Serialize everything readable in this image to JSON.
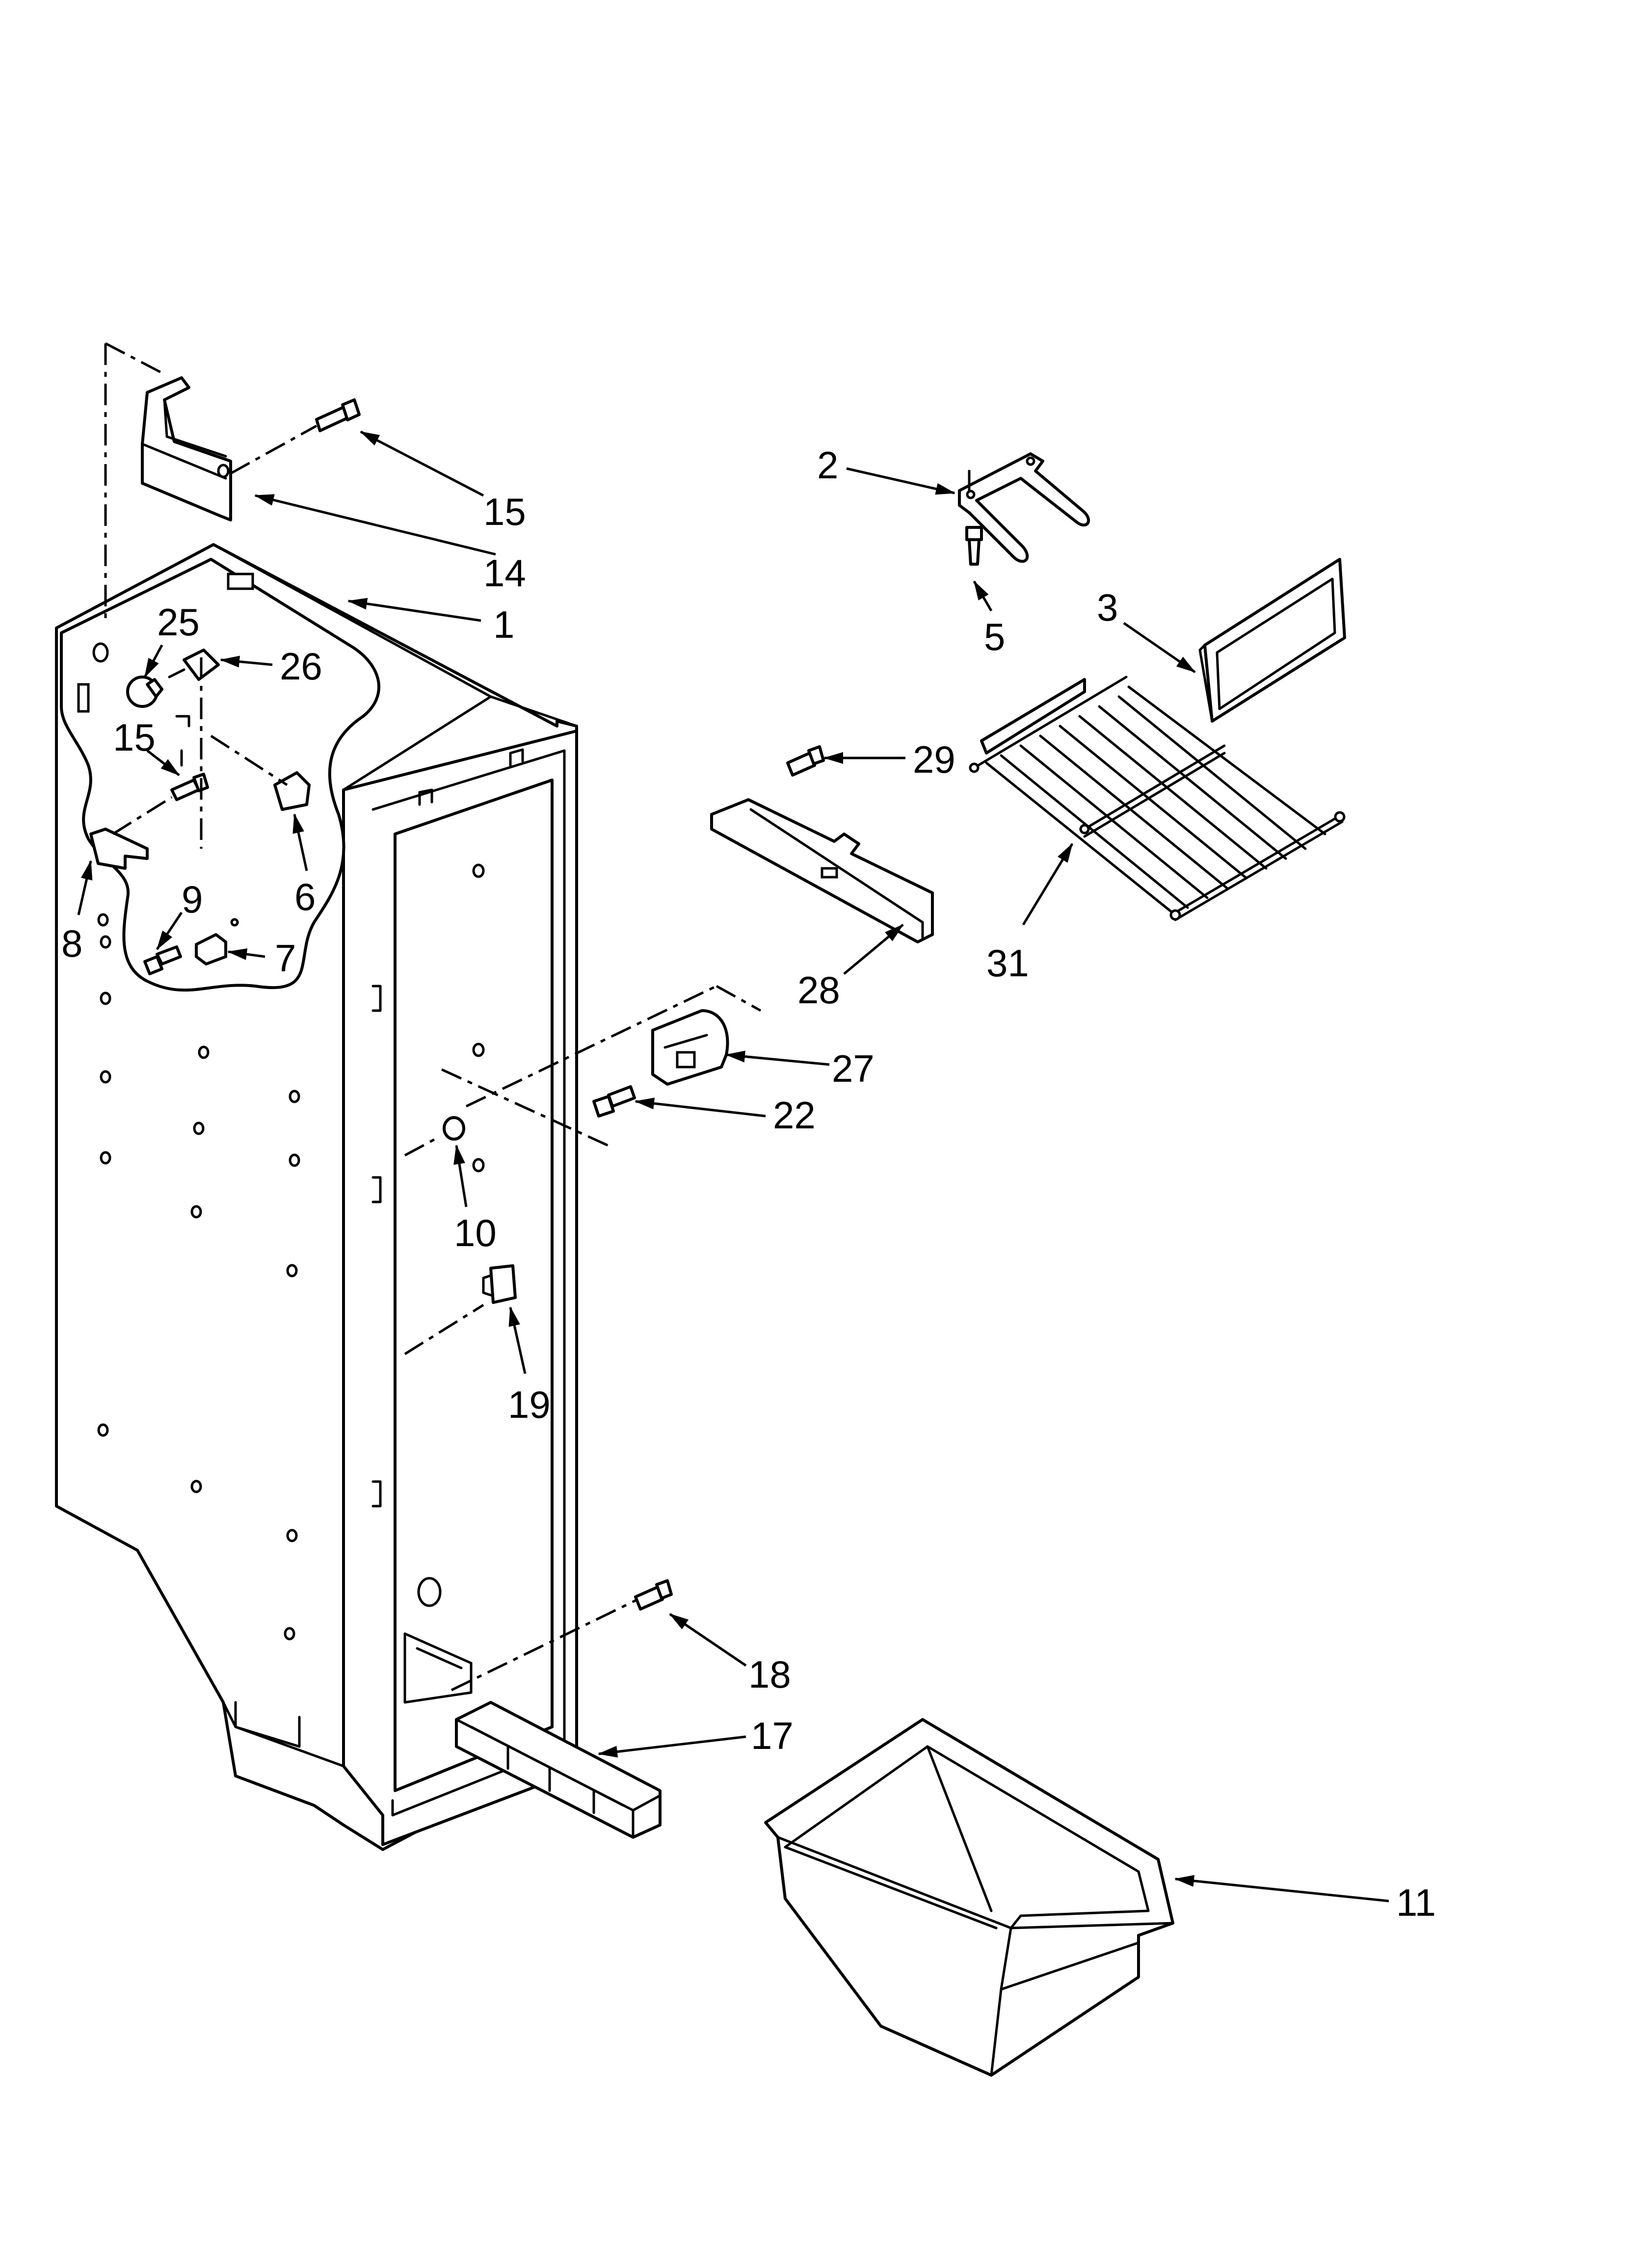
{
  "diagram": {
    "callouts": [
      {
        "id": "c1",
        "text": "1"
      },
      {
        "id": "c2",
        "text": "2"
      },
      {
        "id": "c3",
        "text": "3"
      },
      {
        "id": "c5",
        "text": "5"
      },
      {
        "id": "c6",
        "text": "6"
      },
      {
        "id": "c7",
        "text": "7"
      },
      {
        "id": "c8",
        "text": "8"
      },
      {
        "id": "c9",
        "text": "9"
      },
      {
        "id": "c10",
        "text": "10"
      },
      {
        "id": "c11",
        "text": "11"
      },
      {
        "id": "c14",
        "text": "14"
      },
      {
        "id": "c15a",
        "text": "15"
      },
      {
        "id": "c15b",
        "text": "15"
      },
      {
        "id": "c17",
        "text": "17"
      },
      {
        "id": "c18",
        "text": "18"
      },
      {
        "id": "c19",
        "text": "19"
      },
      {
        "id": "c22",
        "text": "22"
      },
      {
        "id": "c25",
        "text": "25"
      },
      {
        "id": "c26",
        "text": "26"
      },
      {
        "id": "c27",
        "text": "27"
      },
      {
        "id": "c28",
        "text": "28"
      },
      {
        "id": "c29",
        "text": "29"
      },
      {
        "id": "c31",
        "text": "31"
      }
    ]
  },
  "colors": {
    "line": "#000000",
    "background": "#ffffff"
  }
}
